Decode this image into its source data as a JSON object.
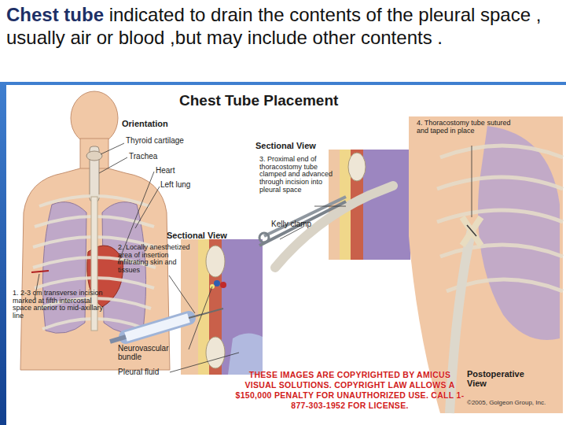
{
  "diagram": {
    "title": "Chest tube",
    "caption": "indicated to drain the contents of the pleural space , usually air or blood ,but may include other contents .",
    "labels": [
      "Chest Tube Placement",
      "Orientation",
      "Thyroid cartilage",
      "Trachea",
      "Heart",
      "Left lung",
      "Sectional View",
      "3. Proximal end of thoracostomy tube clamped and advanced through incision into pleural space",
      "Kelly clamp",
      "4. Thoracostomy tube sutured and taped in place",
      "Sectional View",
      "2. Locally anesthetized area of insertion infiltrating skin and tissues",
      "1. 2-3 cm transverse incision marked at fifth intercostal space anterior to mid-axillary line",
      "Neurovascular bundle",
      "Pleural fluid",
      "Postoperative View",
      "THESE IMAGES ARE COPYRIGHTED BY AMICUS VISUAL SOLUTIONS. COPYRIGHT LAW ALLOWS A $150,000 PENALTY FOR UNAUTHORIZED USE. CALL 1-877-303-1952 FOR LICENSE.",
      "©2005, Golgeon Group, Inc."
    ]
  }
}
